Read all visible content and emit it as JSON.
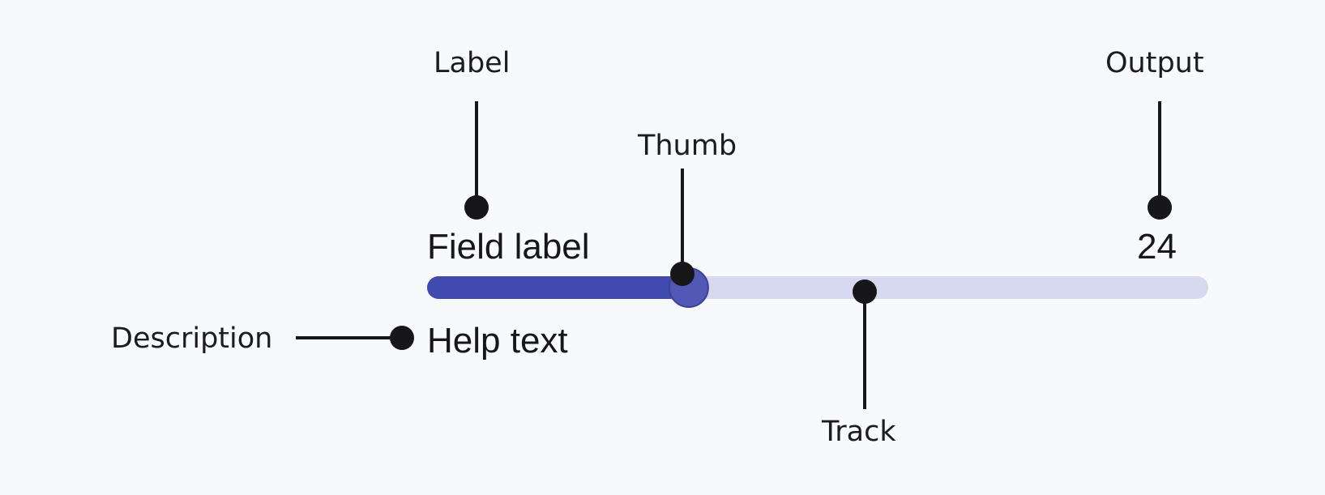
{
  "annotations": {
    "label": "Label",
    "thumb": "Thumb",
    "output": "Output",
    "description": "Description",
    "track": "Track"
  },
  "slider": {
    "field_label": "Field label",
    "output_value": "24",
    "help_text": "Help text",
    "fill_fraction": 0.33
  },
  "colors": {
    "background": "#f8f9fb",
    "track": "#d6d9ef",
    "track_fill": "#414aaf",
    "thumb": "#5158b6",
    "callout": "#17171a"
  }
}
